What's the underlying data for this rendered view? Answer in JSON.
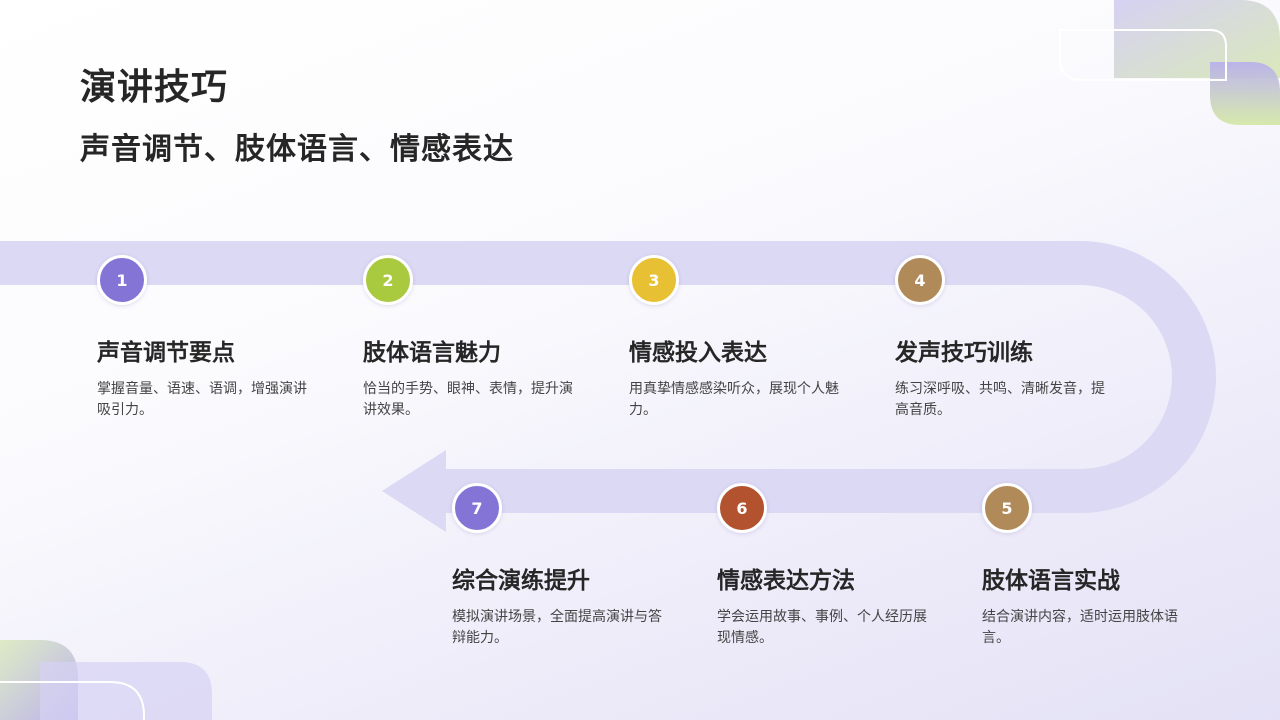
{
  "page": {
    "title": "演讲技巧",
    "subtitle": "声音调节、肢体语言、情感表达"
  },
  "steps": [
    {
      "number": "1",
      "title": "声音调节要点",
      "desc": "掌握音量、语速、语调，增强演讲吸引力。",
      "color": "#8374d6"
    },
    {
      "number": "2",
      "title": "肢体语言魅力",
      "desc": "恰当的手势、眼神、表情，提升演讲效果。",
      "color": "#a9c93f"
    },
    {
      "number": "3",
      "title": "情感投入表达",
      "desc": "用真挚情感感染听众，展现个人魅力。",
      "color": "#e8c033"
    },
    {
      "number": "4",
      "title": "发声技巧训练",
      "desc": "练习深呼吸、共鸣、清晰发音，提高音质。",
      "color": "#b08a58"
    },
    {
      "number": "5",
      "title": "肢体语言实战",
      "desc": "结合演讲内容，适时运用肢体语言。",
      "color": "#b08a58"
    },
    {
      "number": "6",
      "title": "情感表达方法",
      "desc": "学会运用故事、事例、个人经历展现情感。",
      "color": "#b2522f"
    },
    {
      "number": "7",
      "title": "综合演练提升",
      "desc": "模拟演讲场景，全面提高演讲与答辩能力。",
      "color": "#8374d6"
    }
  ],
  "colors": {
    "flow_band": "#dcd9f4",
    "accent_green": "#c8dc9a",
    "accent_purple": "#aea4ea"
  }
}
